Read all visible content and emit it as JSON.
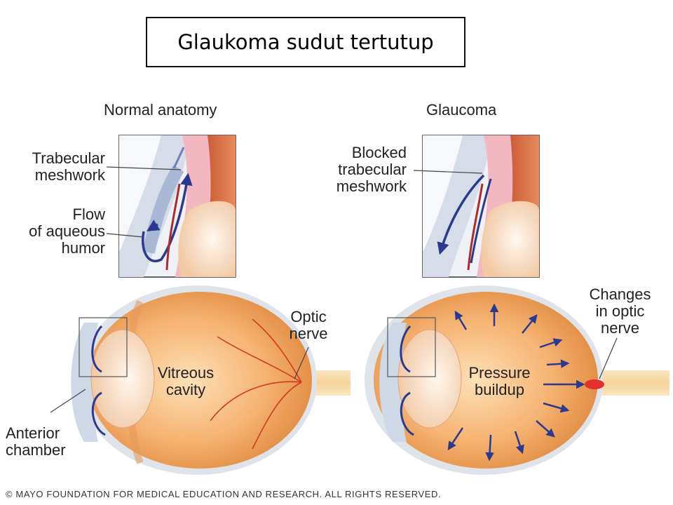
{
  "title": "Glaukoma sudut tertutup",
  "panels": {
    "normal": {
      "heading": "Normal anatomy",
      "labels": {
        "trabecular_meshwork": [
          "Trabecular",
          "meshwork"
        ],
        "flow": [
          "Flow",
          "of aqueous",
          "humor"
        ],
        "vitreous": [
          "Vitreous",
          "cavity"
        ],
        "optic_nerve": [
          "Optic",
          "nerve"
        ],
        "anterior_chamber": [
          "Anterior",
          "chamber"
        ]
      }
    },
    "glaucoma": {
      "heading": "Glaucoma",
      "labels": {
        "blocked": [
          "Blocked",
          "trabecular",
          "meshwork"
        ],
        "changes": [
          "Changes",
          "in optic",
          "nerve"
        ],
        "pressure": [
          "Pressure",
          "buildup"
        ]
      }
    }
  },
  "copyright": "© MAYO FOUNDATION FOR MEDICAL EDUCATION AND RESEARCH. ALL RIGHTS RESERVED.",
  "colors": {
    "eye_orange": "#ef9a4d",
    "eye_light": "#fcd9a8",
    "sclera": "#dfe3ea",
    "flow_arrow": "#2b3a8f",
    "vessel": "#d23a1e",
    "iris_pink": "#f3b7c2"
  }
}
